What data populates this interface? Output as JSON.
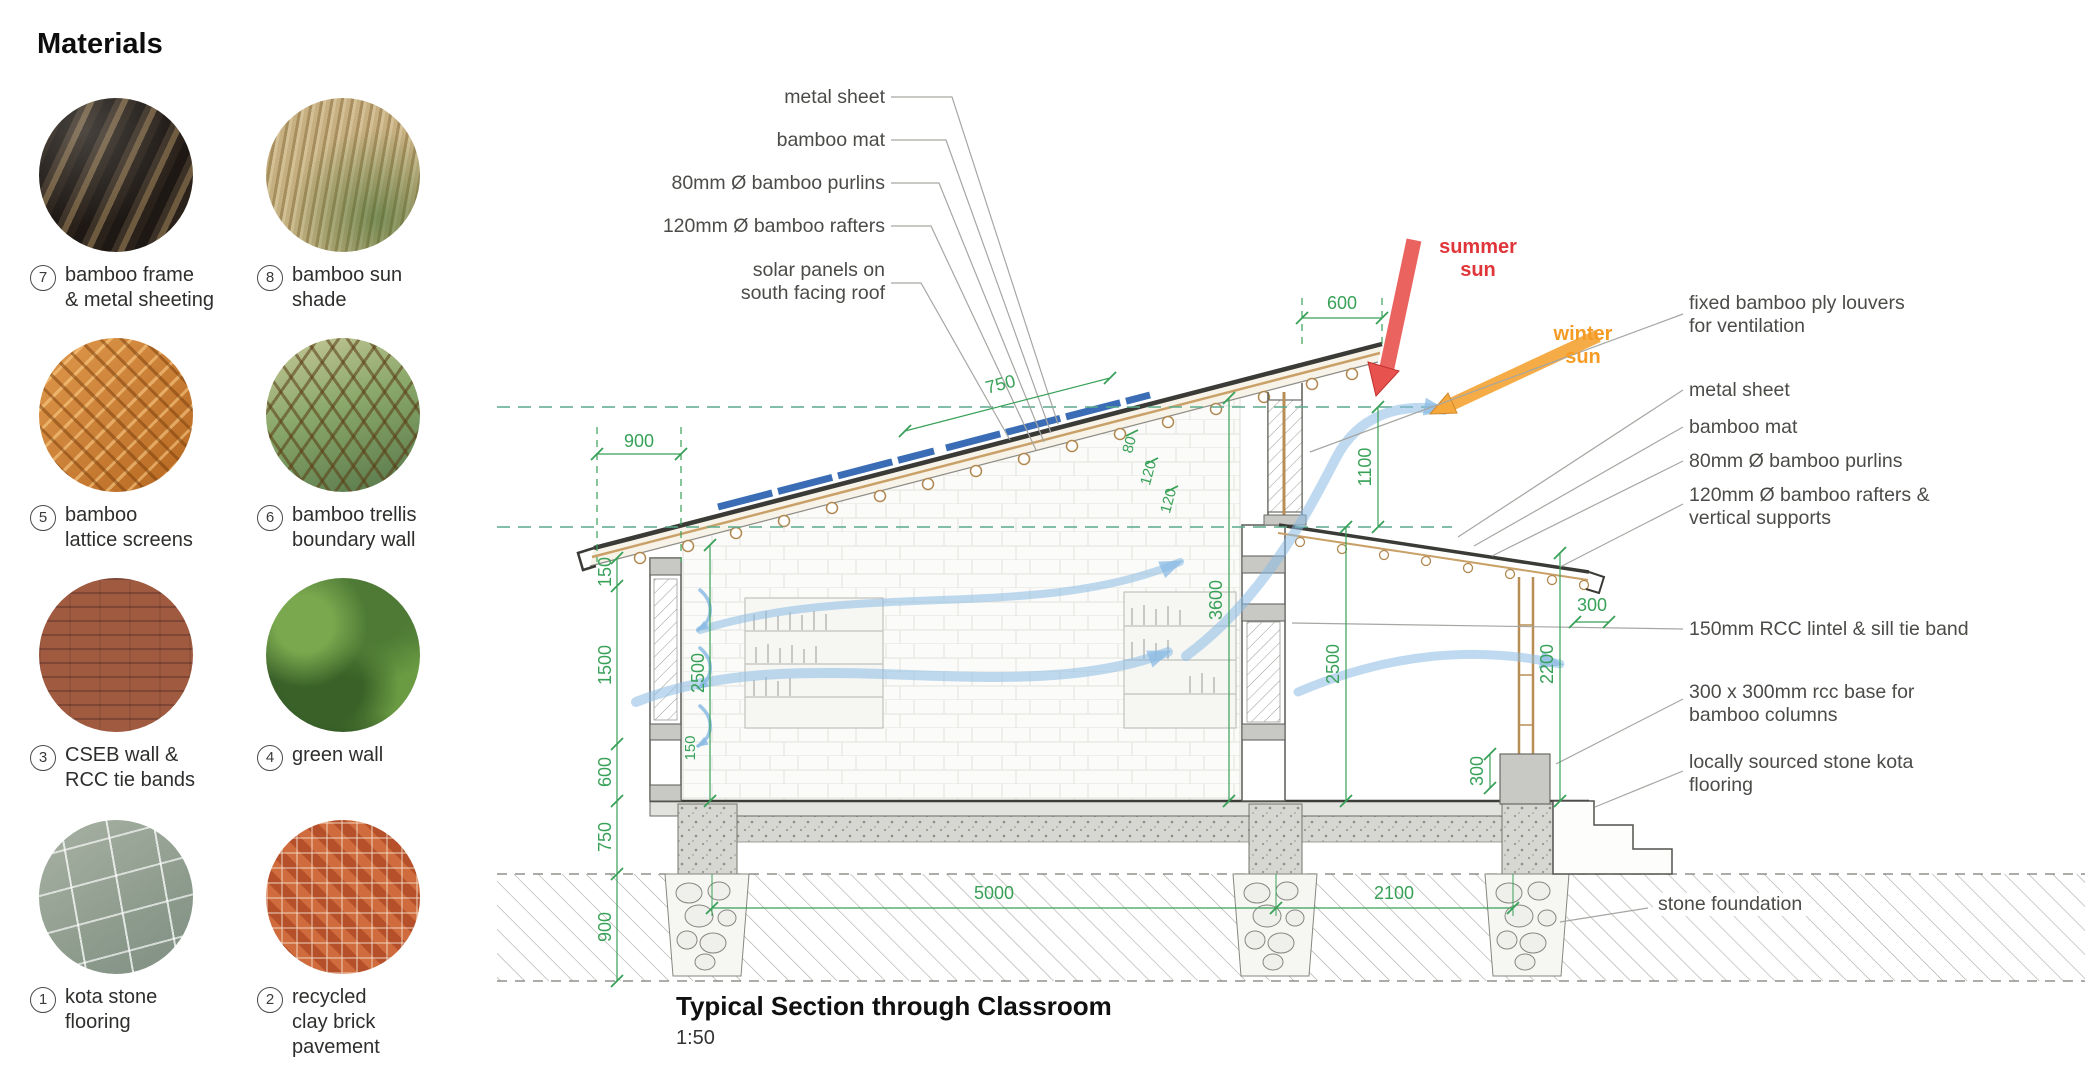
{
  "colors": {
    "dimension_green": "#38a158",
    "summer_sun_red": "#e0363a",
    "winter_sun_orange": "#f59a23",
    "airflow_blue": "#8bbbe4",
    "bamboo_tan": "#c9a168",
    "reference_teal": "#58a98c"
  },
  "materials": {
    "heading": "Materials",
    "items": [
      {
        "num": "7",
        "label": "bamboo frame\n& metal sheeting"
      },
      {
        "num": "8",
        "label": "bamboo sun\nshade"
      },
      {
        "num": "5",
        "label": "bamboo\nlattice screens"
      },
      {
        "num": "6",
        "label": "bamboo trellis\nboundary wall"
      },
      {
        "num": "3",
        "label": "CSEB wall &\nRCC tie bands"
      },
      {
        "num": "4",
        "label": "green wall"
      },
      {
        "num": "1",
        "label": "kota stone\nflooring"
      },
      {
        "num": "2",
        "label": "recycled\nclay brick\npavement"
      }
    ]
  },
  "section": {
    "title": "Typical Section through Classroom",
    "scale": "1:50",
    "callouts_left": [
      {
        "text": "metal sheet"
      },
      {
        "text": "bamboo mat"
      },
      {
        "text": "80mm Ø bamboo purlins"
      },
      {
        "text": "120mm Ø bamboo rafters"
      },
      {
        "text": "solar panels on\nsouth facing roof"
      }
    ],
    "callouts_right": [
      {
        "text": "fixed bamboo ply louvers\nfor ventilation"
      },
      {
        "text": "metal sheet"
      },
      {
        "text": "bamboo mat"
      },
      {
        "text": "80mm Ø bamboo purlins"
      },
      {
        "text": "120mm Ø bamboo rafters &\nvertical supports"
      },
      {
        "text": "150mm RCC lintel & sill tie band"
      },
      {
        "text": "300 x 300mm rcc base for\nbamboo columns"
      },
      {
        "text": "locally sourced stone kota\nflooring"
      },
      {
        "text": "stone foundation"
      }
    ],
    "sun": {
      "summer": "summer\nsun",
      "winter": "winter\nsun"
    },
    "dimensions": {
      "roof_overhang_left": "900",
      "roof_slope": "750",
      "roof_layer_80": "80",
      "roof_layer_120a": "120",
      "roof_layer_120b": "120",
      "clerestory_overhang": "600",
      "clerestory_height": "1100",
      "left_150": "150",
      "left_1500": "1500",
      "left_2500": "2500",
      "left_600": "600",
      "left_sill_150": "150",
      "left_750": "750",
      "left_900": "900",
      "center_3600": "3600",
      "right_2500": "2500",
      "right_300_eave": "300",
      "right_2200": "2200",
      "right_300_base": "300",
      "span_5000": "5000",
      "span_2100": "2100"
    }
  }
}
